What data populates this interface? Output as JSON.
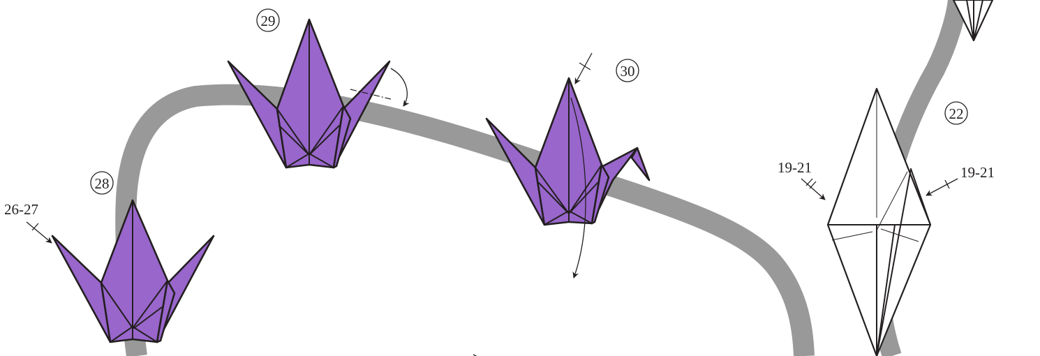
{
  "steps": [
    {
      "number": "28",
      "reference": "26-27"
    },
    {
      "number": "29"
    },
    {
      "number": "30"
    },
    {
      "number": "22",
      "reference_left": "19-21",
      "reference_right": "19-21"
    }
  ],
  "colors": {
    "paper": "#9966cc",
    "path": "#999999",
    "line": "#231f20",
    "background": "#ffffff"
  }
}
